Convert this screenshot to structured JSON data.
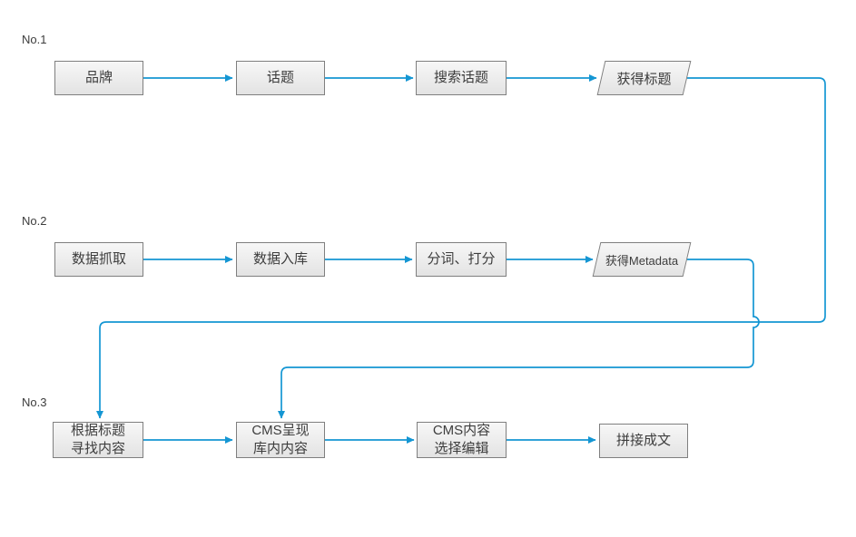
{
  "colors": {
    "connector": "#1496d3",
    "node_border": "#7f7f7f",
    "node_fill_top": "#f7f7f7",
    "node_fill_bottom": "#e3e3e3",
    "text": "#3d3d3d"
  },
  "rows": [
    {
      "label": "No.1",
      "nodes": [
        {
          "text": "品牌",
          "shape": "rect"
        },
        {
          "text": "话题",
          "shape": "rect"
        },
        {
          "text": "搜索话题",
          "shape": "rect"
        },
        {
          "text": "获得标题",
          "shape": "parallelogram"
        }
      ]
    },
    {
      "label": "No.2",
      "nodes": [
        {
          "text": "数据抓取",
          "shape": "rect"
        },
        {
          "text": "数据入库",
          "shape": "rect"
        },
        {
          "text": "分词、打分",
          "shape": "rect"
        },
        {
          "text": "获得Metadata",
          "shape": "parallelogram"
        }
      ]
    },
    {
      "label": "No.3",
      "nodes": [
        {
          "text": "根据标题\n寻找内容",
          "shape": "rect"
        },
        {
          "text": "CMS呈现\n库内内容",
          "shape": "rect"
        },
        {
          "text": "CMS内容\n选择编辑",
          "shape": "rect"
        },
        {
          "text": "拼接成文",
          "shape": "rect"
        }
      ]
    }
  ]
}
